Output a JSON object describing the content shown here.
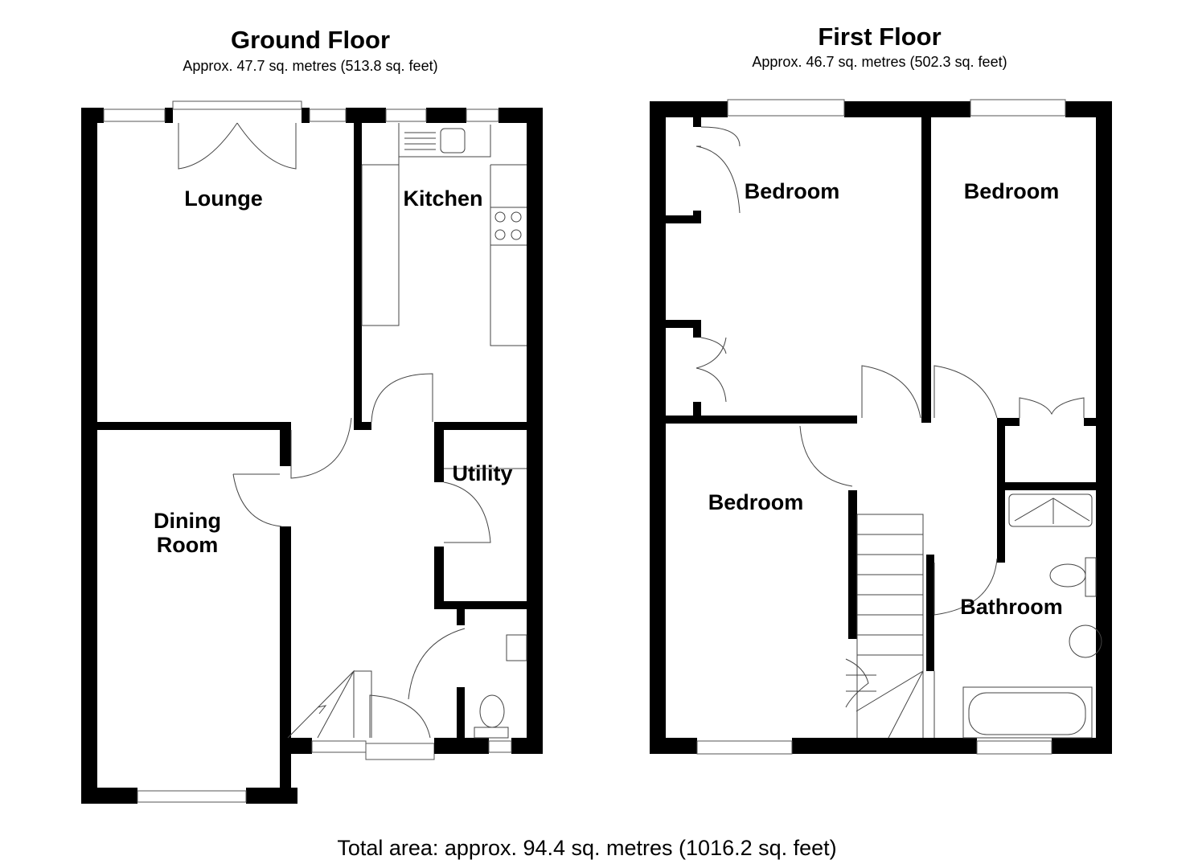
{
  "ground_floor": {
    "title": "Ground Floor",
    "area": "Approx. 47.7 sq. metres (513.8 sq. feet)",
    "rooms": [
      "Lounge",
      "Kitchen",
      "Utility",
      "Dining",
      "Room"
    ]
  },
  "first_floor": {
    "title": "First Floor",
    "area": "Approx. 46.7 sq. metres (502.3 sq. feet)",
    "rooms": [
      "Bedroom",
      "Bedroom",
      "Bedroom",
      "Bathroom"
    ]
  },
  "total_area": "Total area: approx. 94.4 sq. metres (1016.2 sq. feet)"
}
